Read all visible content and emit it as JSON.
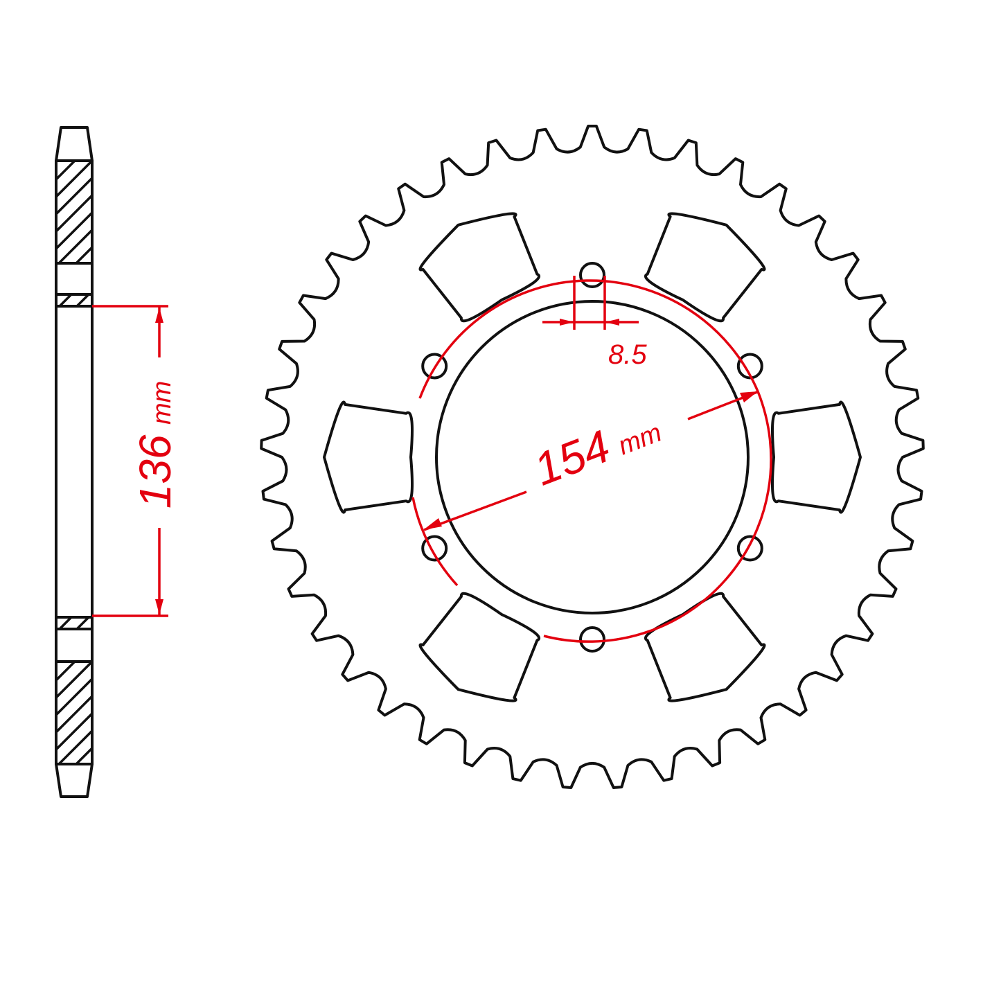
{
  "drawing": {
    "title": "Rear sprocket technical drawing",
    "colors": {
      "outline": "#111111",
      "dimension": "#e3000f",
      "background": "#ffffff"
    }
  },
  "side_view": {
    "dimension_value": "136",
    "dimension_unit": "mm"
  },
  "front_view": {
    "teeth_count_estimate": 41,
    "bolt_hole_count": 6,
    "slot_count": 6,
    "pcd_value": "154",
    "pcd_unit": "mm",
    "bolt_hole_value": "8.5"
  }
}
